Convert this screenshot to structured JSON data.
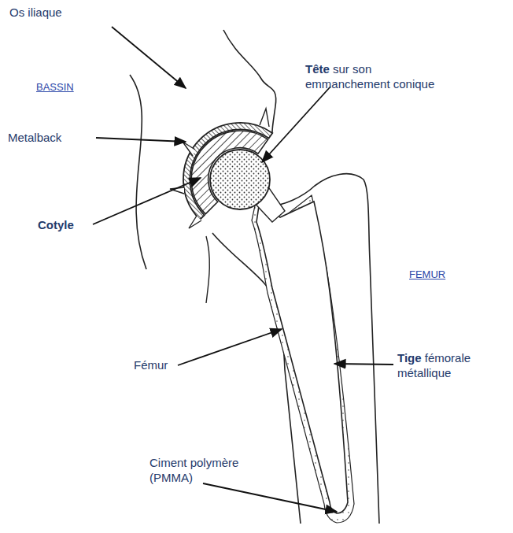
{
  "diagram": {
    "labels": [
      "Os iliaque",
      "BASSIN",
      "Metalback",
      "Cotyle",
      "Tête",
      "sur son emmanchement conique",
      "FEMUR",
      "Fémur",
      "Tige",
      "fémorale métallique",
      "Ciment polymère (PMMA)"
    ]
  }
}
